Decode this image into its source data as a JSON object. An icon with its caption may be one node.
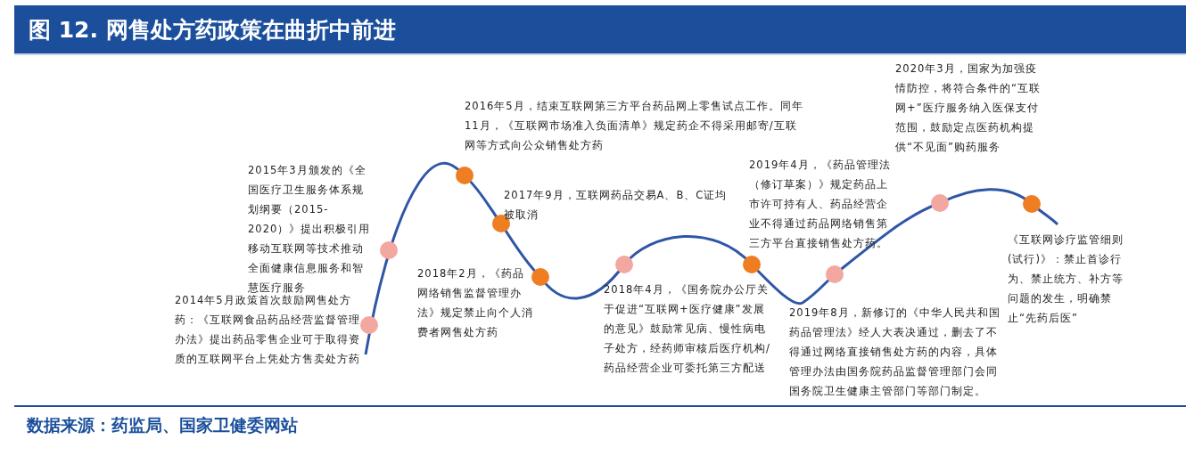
{
  "diagram": {
    "title": "图 12. 网售处方药政策在曲折中前进",
    "caption": "数据来源：药监局、国家卫健委网站",
    "labels": [
      "2020年3月，国家为加强疫情防控，将符合条件的“互联网+”医疗服务纳入医保支付范围，鼓励定点医药机构提供“不见面”购药服务",
      "2016年5月，结束互联网第三方平台药品网上零售试点工作。同年11月，《互联网市场准入负面清单》规定药企不得采用邮寄/互联网等方式向公众销售处方药",
      "2015年3月颁发的《全国医疗卫生服务体系规划纲要（2015-2020）》提出积极引用移动互联网等技术推动全面健康信息服务和智慧医疗服务",
      "2017年9月，互联网药品交易A、B、C证均被取消",
      "2019年4月，《药品管理法（修订草案）》规定药品上市许可持有人、药品经营企业不得通过药品网络销售第三方平台直接销售处方药。",
      "2014年5月政策首次鼓励网售处方药：《互联网食品药品经营监督管理办法》提出药品零售企业可于取得资质的互联网平台上凭处方售卖处方药",
      "2018年2月，《药品网络销售监督管理办法》规定禁止向个人消费者网售处方药",
      "2018年4月，《国务院办公厅关于促进“互联网+医疗健康”发展的意见》鼓励常见病、慢性病电子处方，经药师审核后医疗机构/药品经营企业可委托第三方配送",
      "2019年8月，新修订的《中华人民共和国药品管理法》经人大表决通过，删去了不得通过网络直接销售处方药的内容，具体管理办法由国务院药品监督管理部门会同国务院卫生健康主管部门等部门制定。",
      "《互联网诊疗监管细则(试行)》：禁止首诊行为、禁止统方、补方等问题的发生，明确禁止“先药后医”"
    ]
  }
}
